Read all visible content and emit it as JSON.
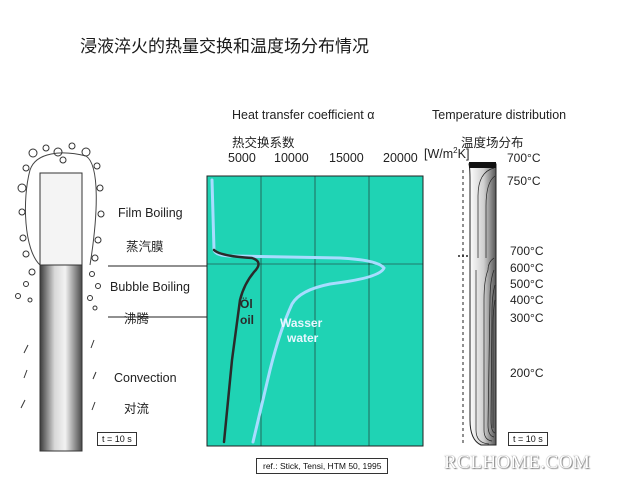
{
  "title": "浸液淬火的热量交换和温度场分布情况",
  "heat_panel": {
    "header_en": "Heat transfer coefficient α",
    "header_cn": "热交换系数",
    "ticks": [
      "5000",
      "10000",
      "15000",
      "20000"
    ],
    "unit_main": "[W/m",
    "unit_sup": "2",
    "unit_end": "K]",
    "oil_label_1": "Öl",
    "oil_label_2": "oil",
    "water_label_1": "Wasser",
    "water_label_2": "water",
    "colors": {
      "plot_bg": "#1fd3b4",
      "oil_curve": "#2a2a2a",
      "water_curve": "#a8dcff",
      "water_text": "#e8f6ff"
    }
  },
  "stages": {
    "film_en": "Film Boiling",
    "film_cn": "蒸汽膜",
    "bubble_en": "Bubble Boiling",
    "bubble_cn": "沸腾",
    "convection_en": "Convection",
    "convection_cn": "对流"
  },
  "temperature_panel": {
    "header_en": "Temperature distribution",
    "header_cn": "温度场分布",
    "labels": [
      "700°C",
      "750°C",
      "700°C",
      "600°C",
      "500°C",
      "400°C",
      "300°C",
      "200°C"
    ]
  },
  "time_label_left": "t = 10 s",
  "time_label_right": "t = 10 s",
  "reference": "ref.: Stick, Tensi, HTM 50, 1995",
  "watermark": "RCLHOME.COM"
}
